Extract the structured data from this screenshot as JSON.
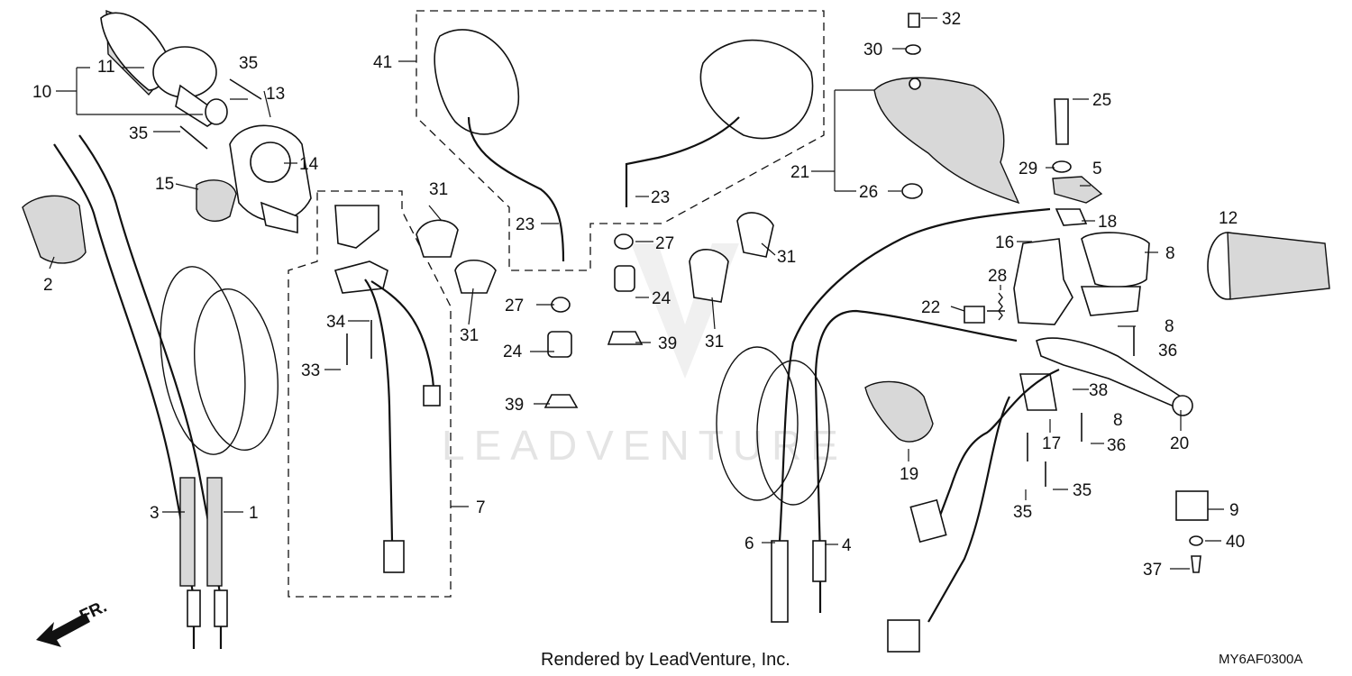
{
  "diagram": {
    "watermark": "LEADVENTURE",
    "credit": "Rendered by LeadVenture, Inc.",
    "code": "MY6AF0300A",
    "direction_label": "FR.",
    "callouts": [
      "1",
      "2",
      "3",
      "4",
      "5",
      "6",
      "7",
      "8",
      "9",
      "10",
      "11",
      "12",
      "13",
      "14",
      "15",
      "16",
      "17",
      "18",
      "19",
      "20",
      "21",
      "22",
      "23",
      "24",
      "25",
      "26",
      "27",
      "28",
      "29",
      "30",
      "31",
      "32",
      "33",
      "34",
      "35",
      "36",
      "37",
      "38",
      "39",
      "40",
      "41"
    ]
  }
}
